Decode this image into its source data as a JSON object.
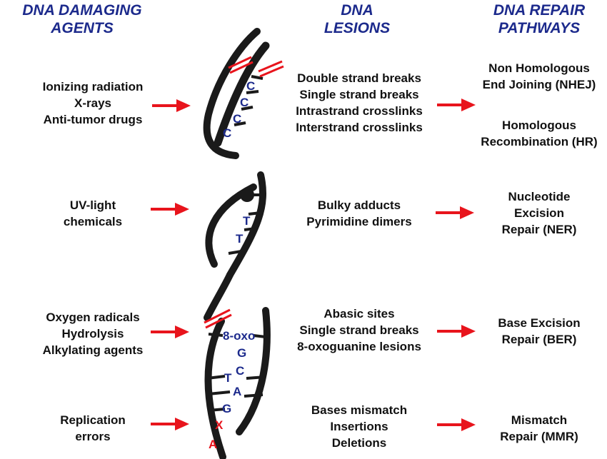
{
  "headers": {
    "agents": [
      "DNA DAMAGING",
      "AGENTS"
    ],
    "lesions": [
      "DNA",
      "LESIONS"
    ],
    "pathways": [
      "DNA REPAIR",
      "PATHWAYS"
    ]
  },
  "rows": [
    {
      "agents": [
        "Ionizing radiation",
        "X-rays",
        "Anti-tumor drugs"
      ],
      "lesions": [
        "Double strand breaks",
        "Single strand breaks",
        "Intrastrand crosslinks",
        "Interstrand crosslinks"
      ],
      "repair_groups": [
        [
          "Non Homologous",
          "End Joining (NHEJ)"
        ],
        [
          "Homologous",
          "Recombination (HR)"
        ]
      ]
    },
    {
      "agents": [
        "UV-light",
        "chemicals"
      ],
      "lesions": [
        "Bulky adducts",
        "Pyrimidine dimers"
      ],
      "repair_groups": [
        [
          "Nucleotide",
          "Excision",
          "Repair (NER)"
        ]
      ]
    },
    {
      "agents": [
        "Oxygen radicals",
        "Hydrolysis",
        "Alkylating agents"
      ],
      "lesions": [
        "Abasic sites",
        "Single strand breaks",
        "8-oxoguanine lesions"
      ],
      "repair_groups": [
        [
          "Base Excision",
          "Repair (BER)"
        ]
      ]
    },
    {
      "agents": [
        "Replication",
        "errors"
      ],
      "lesions": [
        "Bases mismatch",
        "Insertions",
        "Deletions"
      ],
      "repair_groups": [
        [
          "Mismatch",
          "Repair (MMR)"
        ]
      ]
    }
  ],
  "helix_bases": {
    "crosslink": [
      "C",
      "C",
      "C",
      "C"
    ],
    "dimer": [
      "T",
      "T"
    ],
    "oxo": [
      "8-oxo",
      "G"
    ],
    "pairs": [
      "T",
      "C",
      "A",
      "G"
    ],
    "mismatch_wrong": "X",
    "mismatch_correct": "A"
  },
  "colors": {
    "header_text": "#1c2a8c",
    "label_text": "#111111",
    "arrow": "#e8141c",
    "helix": "#1a1a1a",
    "base_letters": "#1c2a8c",
    "break_marks": "#e8141c"
  }
}
